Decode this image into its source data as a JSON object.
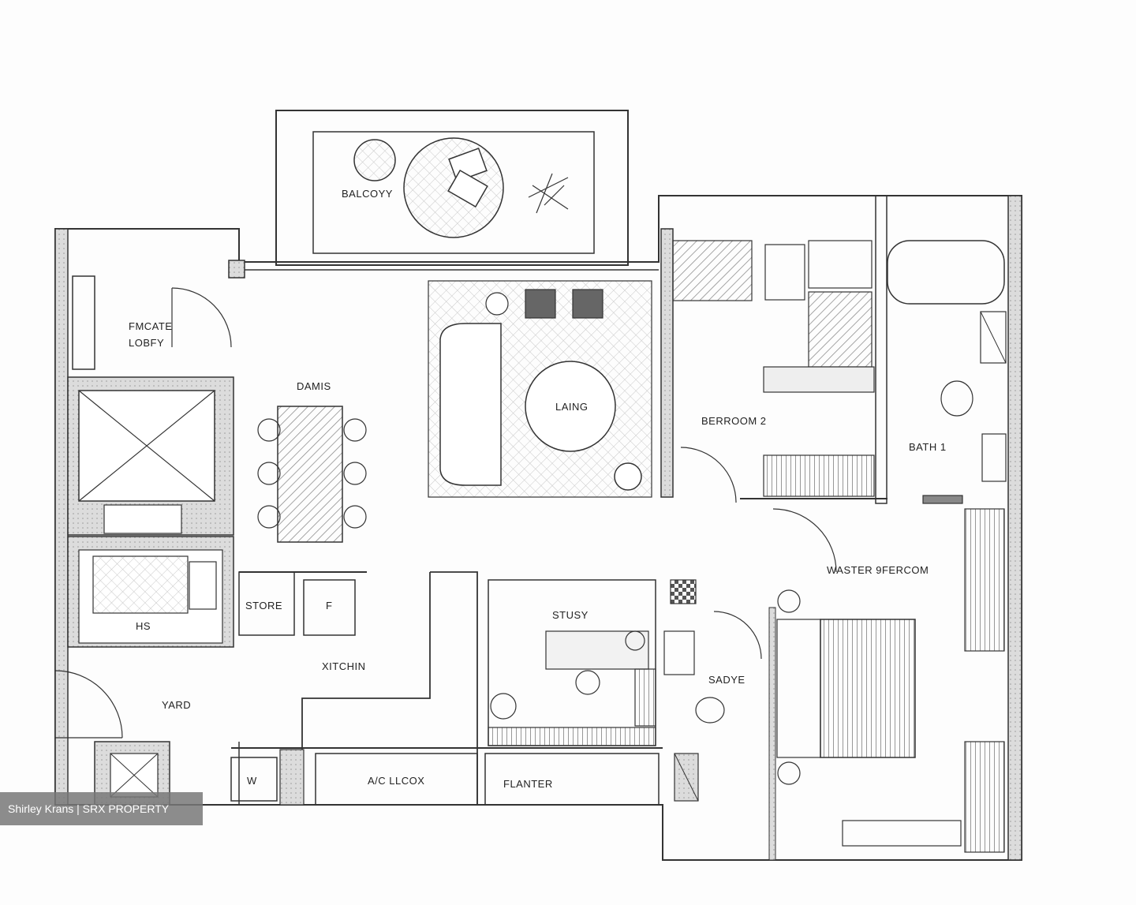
{
  "rooms": {
    "balcony": "BALCOYY",
    "private_lobby_1": "FMCATE",
    "private_lobby_2": "LOBFY",
    "dining": "DAMIS",
    "living": "LAING",
    "bedroom2": "BERROOM 2",
    "bath1": "BATH 1",
    "master_bedroom": "WASTER 9FERCOM",
    "store": "STORE",
    "fridge": "F",
    "kitchen": "XITCHIN",
    "study": "STUSY",
    "bath2": "SADYE",
    "hs": "HS",
    "yard": "YARD",
    "washer": "W",
    "ac_ledge": "A/C LLCOX",
    "planter": "FLANTER"
  },
  "watermark": "Shirley Krans | SRX PROPERTY",
  "colors": {
    "line": "#333333",
    "wall_fill": "#d9d9d9",
    "hatch": "#bdbdbd"
  }
}
